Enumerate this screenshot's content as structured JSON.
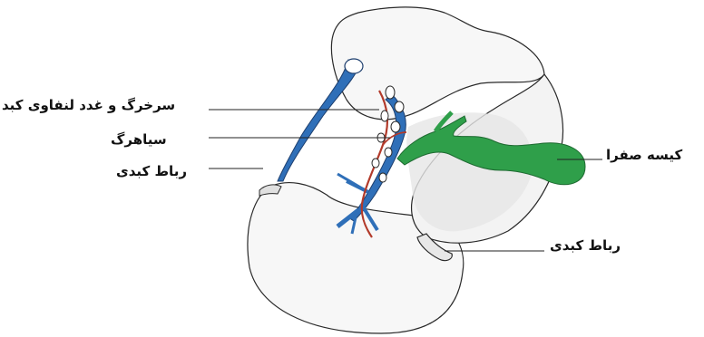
{
  "labels": {
    "artery_lymph": "سرخرگ و غدد لنفاوی کبد",
    "vein": "سیاهرگ",
    "ligament_left": "رباط کبدی",
    "gallbladder": "کیسه صفرا",
    "ligament_right": "رباط کبدی"
  },
  "colors": {
    "outline": "#2a2a2a",
    "liver_fill": "#f7f7f7",
    "shade": "#e4e4e4",
    "vein": "#2f6fb8",
    "bile": "#2f9f4a",
    "artery": "#b23a2a",
    "leader": "#222222"
  }
}
